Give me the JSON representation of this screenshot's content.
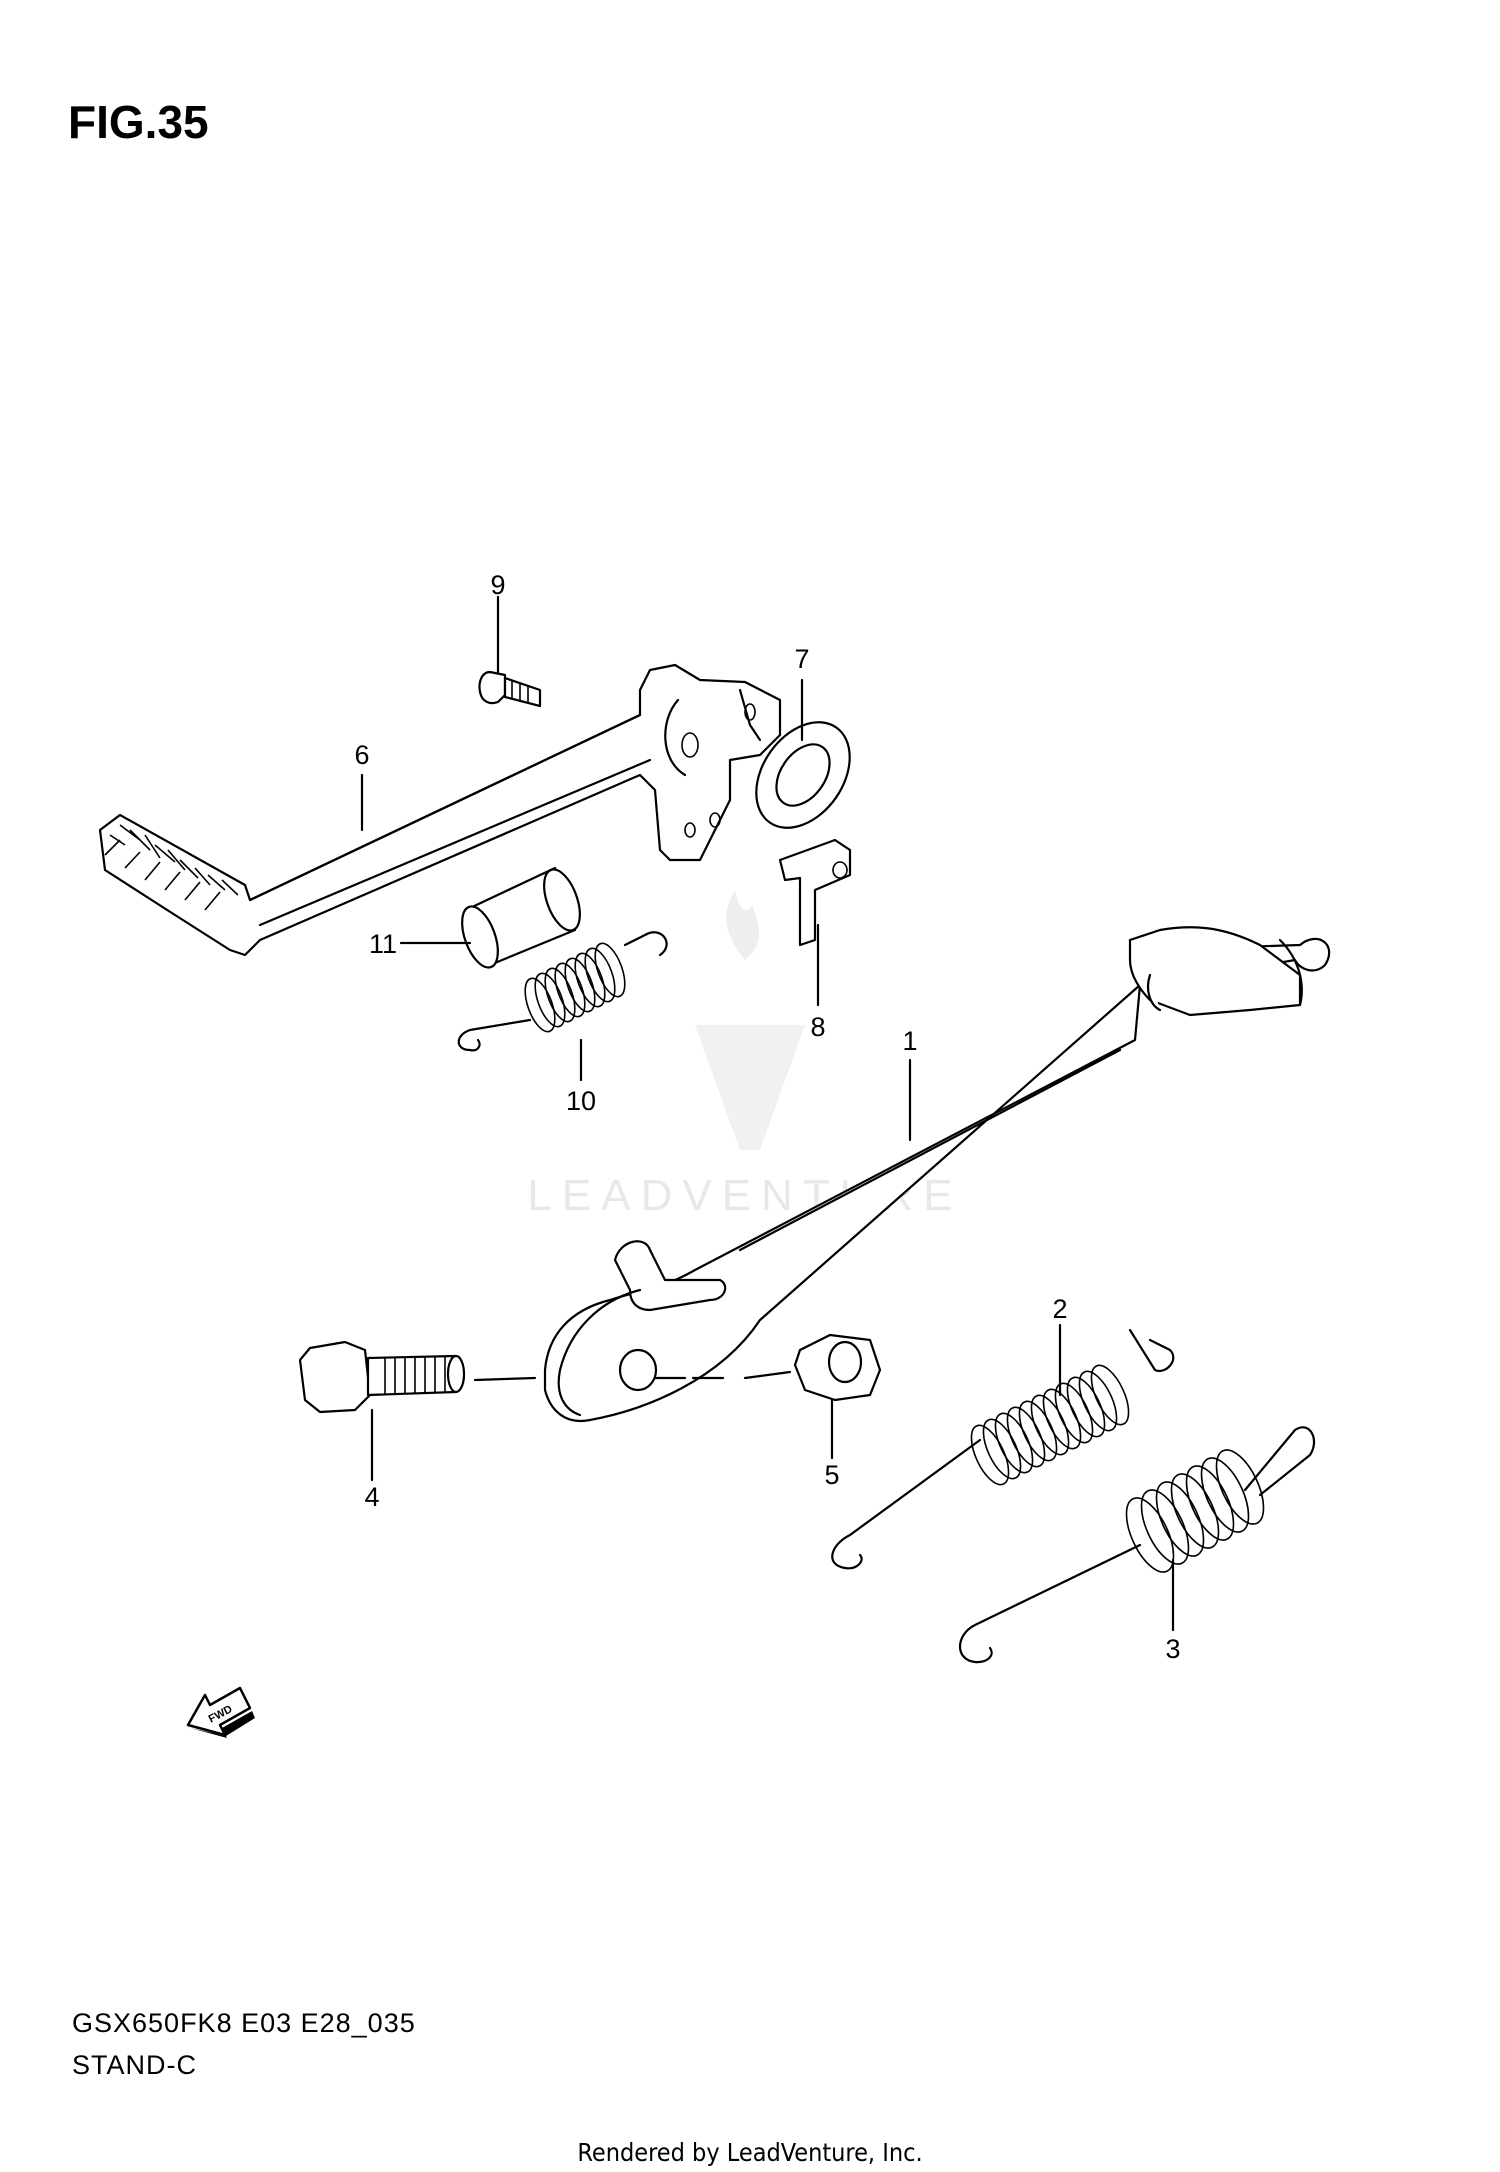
{
  "figure": {
    "title": "FIG.35",
    "model_code": "GSX650FK8 E03 E28_035",
    "section_name": "STAND-C",
    "rendered_by": "Rendered by LeadVenture, Inc.",
    "watermark": "LEADVENTURE"
  },
  "callouts": [
    {
      "id": "part-1",
      "label": "1",
      "part": "side-stand"
    },
    {
      "id": "part-2",
      "label": "2",
      "part": "spring"
    },
    {
      "id": "part-3",
      "label": "3",
      "part": "spring"
    },
    {
      "id": "part-4",
      "label": "4",
      "part": "bolt"
    },
    {
      "id": "part-5",
      "label": "5",
      "part": "nut"
    },
    {
      "id": "part-6",
      "label": "6",
      "part": "brake-pedal"
    },
    {
      "id": "part-7",
      "label": "7",
      "part": "washer"
    },
    {
      "id": "part-8",
      "label": "8",
      "part": "clip"
    },
    {
      "id": "part-9",
      "label": "9",
      "part": "screw"
    },
    {
      "id": "part-10",
      "label": "10",
      "part": "spring"
    },
    {
      "id": "part-11",
      "label": "11",
      "part": "collar"
    }
  ],
  "icons": {
    "forward_arrow": "fwd-arrow-icon",
    "forward_arrow_text": "FWD"
  }
}
